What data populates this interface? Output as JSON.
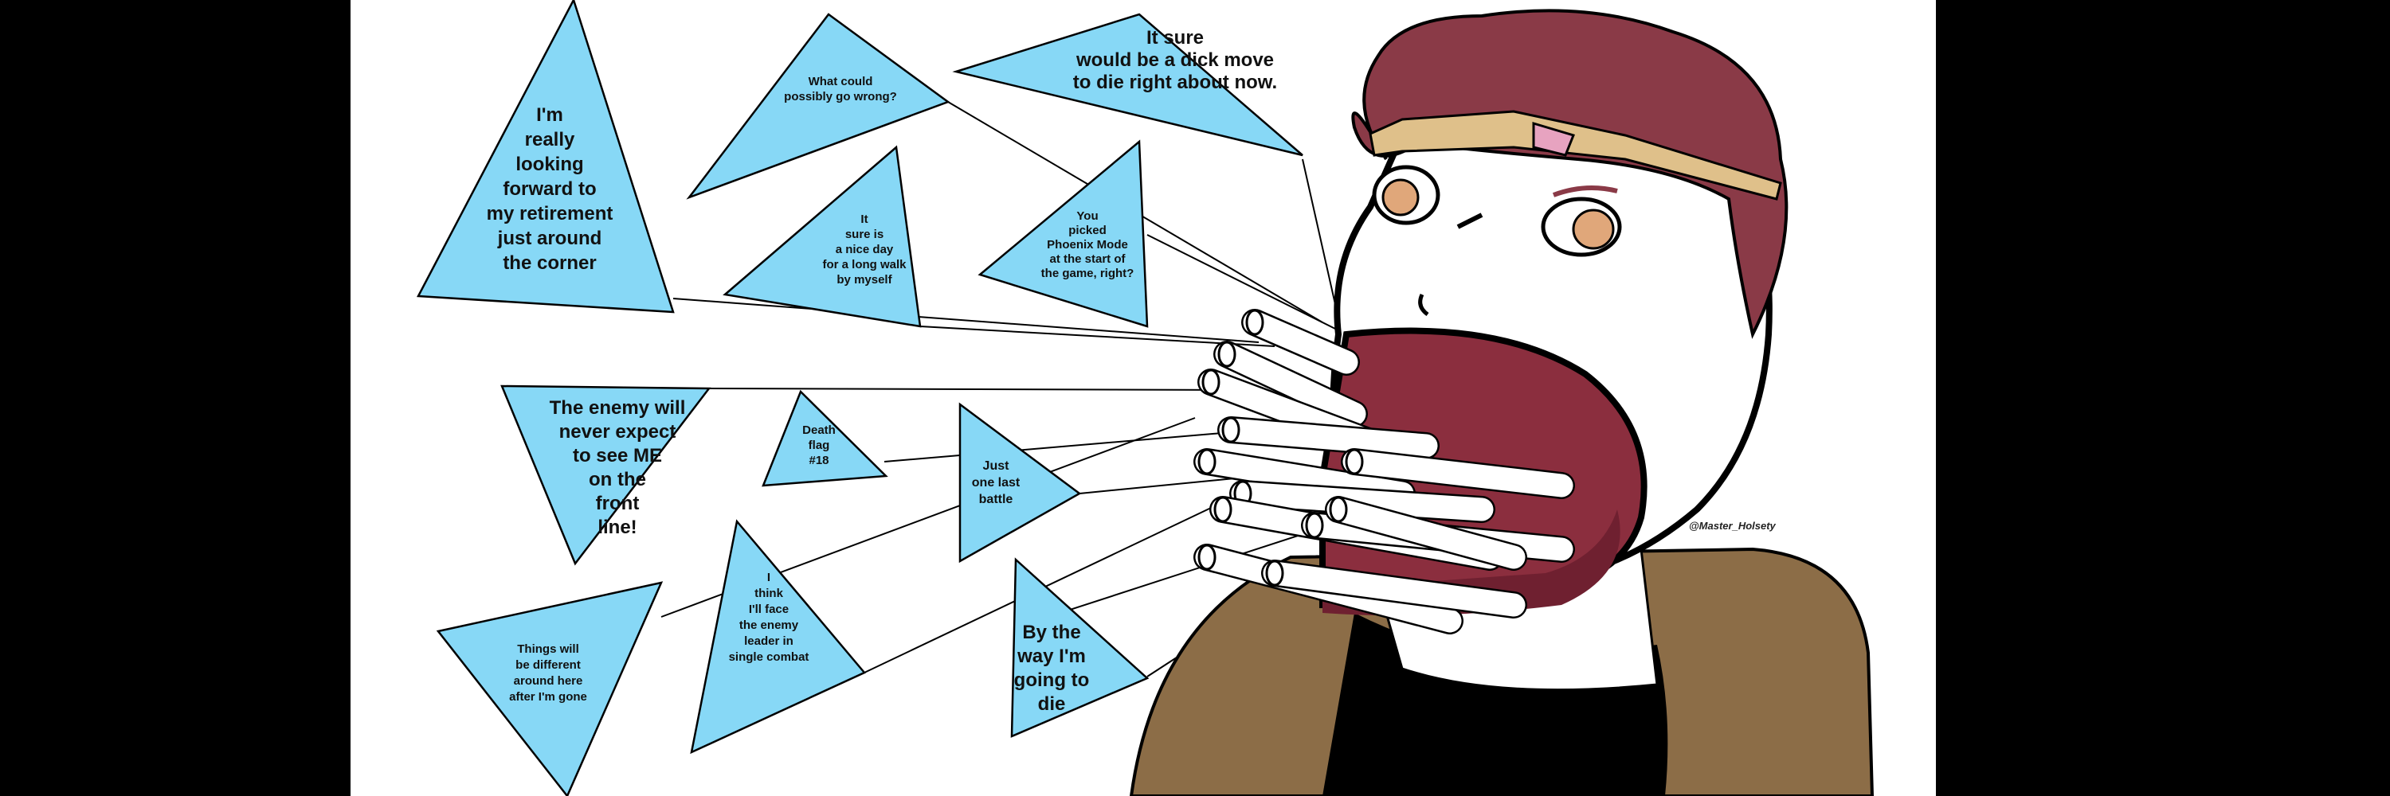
{
  "colors": {
    "letterbox": "#000000",
    "panel": "#ffffff",
    "bubble": "#87d8f6",
    "hair": "#8a3a47",
    "headband": "#dfc08a",
    "jacket": "#8c6d47",
    "mouth": "#8b2e3e",
    "iris": "#e0a77a"
  },
  "bubbles": [
    {
      "lines": [
        "I'm",
        "really",
        "looking",
        "forward to",
        "my retirement",
        "just around",
        "the corner"
      ]
    },
    {
      "lines": [
        "What could",
        "possibly go wrong?"
      ]
    },
    {
      "lines": [
        "It sure",
        "would be a dick move",
        "to die right about now."
      ]
    },
    {
      "lines": [
        "It",
        "sure is",
        "a nice day",
        "for a long walk",
        "by myself"
      ]
    },
    {
      "lines": [
        "You",
        "picked",
        "Phoenix Mode",
        "at the start of",
        "the game, right?"
      ]
    },
    {
      "lines": [
        "The enemy will",
        "never expect",
        "to see ME",
        "on the",
        "front",
        "line!"
      ]
    },
    {
      "lines": [
        "Death",
        "flag",
        "#18"
      ]
    },
    {
      "lines": [
        "Just",
        "one last",
        "battle"
      ]
    },
    {
      "lines": [
        "Things will",
        "be different",
        "around here",
        "after I'm gone"
      ]
    },
    {
      "lines": [
        "I",
        "think",
        "I'll face",
        "the enemy",
        "leader in",
        "single combat"
      ]
    },
    {
      "lines": [
        "By the",
        "way  I'm",
        "going to",
        "die"
      ]
    }
  ],
  "signature": "@Master_Holsety",
  "icons": [
    "character-head-icon",
    "hands-icon",
    "speech-bubble-icon"
  ]
}
